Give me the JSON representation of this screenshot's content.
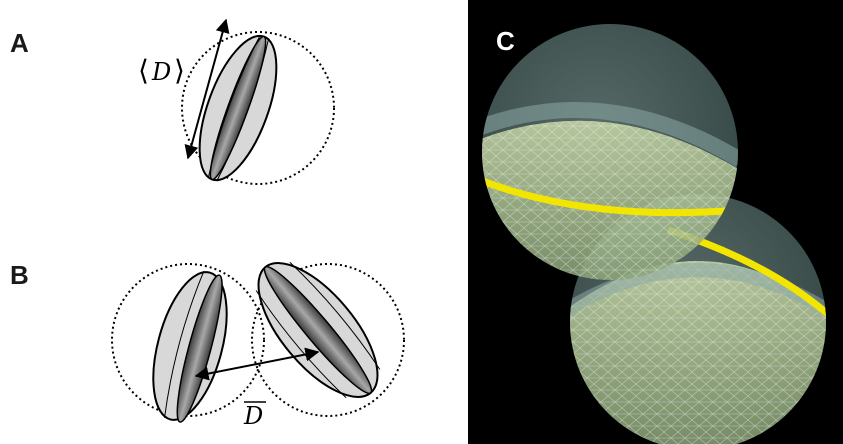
{
  "figure": {
    "panels": [
      {
        "letter": "A",
        "symbol": "D",
        "symbol_notation": "angle brackets"
      },
      {
        "letter": "B",
        "symbol": "D",
        "symbol_notation": "overline"
      },
      {
        "letter": "C"
      }
    ]
  },
  "colors": {
    "ellipsoid_fill": "#d8d8d8",
    "ellipsoid_band_dark": "#555555",
    "sphere_fill": "#b8d4d0",
    "equator_band": "#f2e600",
    "panel_c_background": "#000000"
  }
}
